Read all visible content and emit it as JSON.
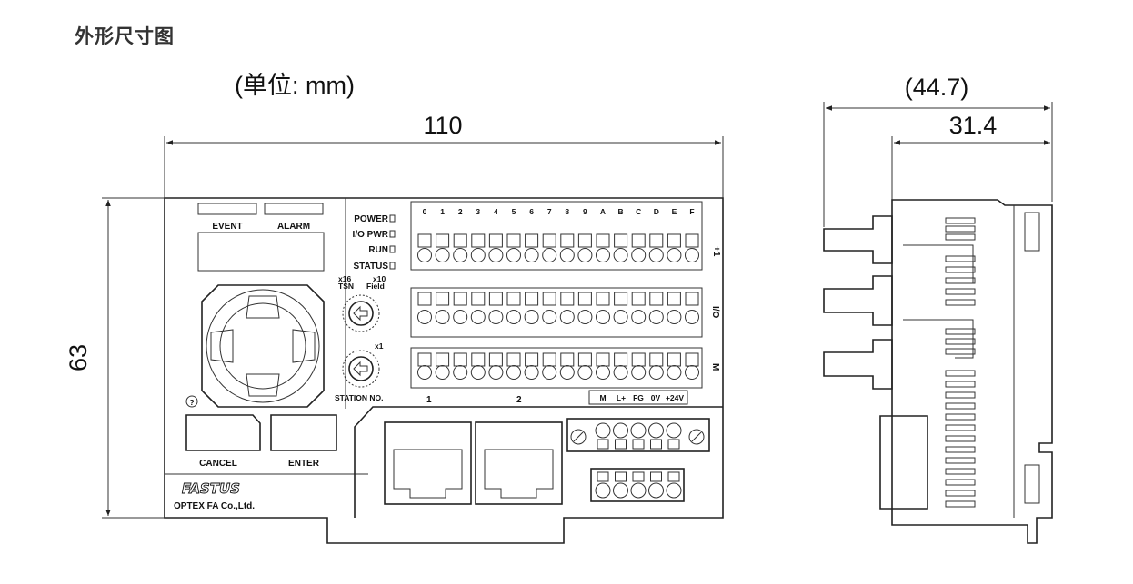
{
  "page": {
    "title": "外形尺寸图"
  },
  "front_view": {
    "unit_note": "(单位: mm)",
    "width_dim": "110",
    "height_dim": "63",
    "window_labels": [
      "EVENT",
      "ALARM"
    ],
    "status_leds": [
      "POWER",
      "I/O PWR",
      "RUN",
      "STATUS"
    ],
    "switch_tsn": "TSN",
    "switch_x16": "x16",
    "switch_x10": "x10",
    "switch_fieldbus": "Field",
    "switch_x1": "x1",
    "station_label": "STATION NO.",
    "channel_labels": [
      "0",
      "1",
      "2",
      "3",
      "4",
      "5",
      "6",
      "7",
      "8",
      "9",
      "A",
      "B",
      "C",
      "D",
      "E",
      "F"
    ],
    "row_labels": [
      "+1",
      "I/O",
      "M"
    ],
    "port_labels": [
      "1",
      "2"
    ],
    "power_terminal_labels": [
      "M",
      "L+",
      "FG",
      "0V",
      "+24V"
    ],
    "buttons": [
      "CANCEL",
      "ENTER"
    ],
    "brand": "FASTUS",
    "company": "OPTEX FA Co.,Ltd."
  },
  "side_view": {
    "overall_dim": "(44.7)",
    "depth_dim": "31.4"
  },
  "colors": {
    "line": "#222222",
    "title": "#333333",
    "background": "#ffffff"
  }
}
